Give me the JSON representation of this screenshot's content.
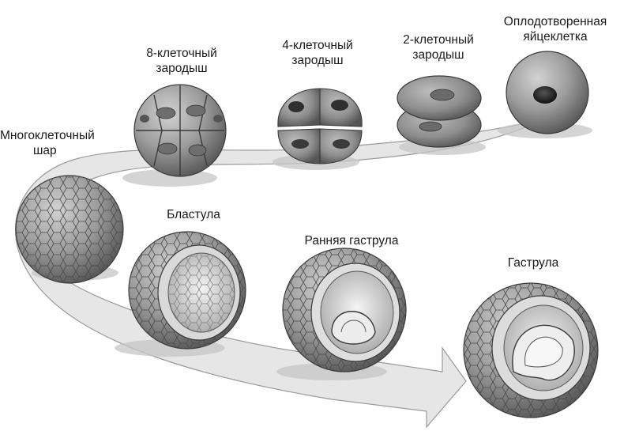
{
  "stages": [
    {
      "id": "zygote",
      "lines": [
        "Оплодотворенная",
        "яйцеклетка"
      ]
    },
    {
      "id": "two_cell",
      "lines": [
        "2-клеточный",
        "зародыш"
      ]
    },
    {
      "id": "four_cell",
      "lines": [
        "4-клеточный",
        "зародыш"
      ]
    },
    {
      "id": "eight_cell",
      "lines": [
        "8-клеточный",
        "зародыш"
      ]
    },
    {
      "id": "morula",
      "lines": [
        "Многоклеточный",
        "шар"
      ]
    },
    {
      "id": "blastula",
      "lines": [
        "Бластула"
      ]
    },
    {
      "id": "early_gastrula",
      "lines": [
        "Ранняя гаструла"
      ]
    },
    {
      "id": "gastrula",
      "lines": [
        "Гаструла"
      ]
    }
  ],
  "colors": {
    "path_fill": "#e6e6e6",
    "cell_fill": "#9a9a9a",
    "cell_dark": "#5e5e5e",
    "nucleus": "#2a2a2a",
    "shadow": "#c9c9c9"
  }
}
